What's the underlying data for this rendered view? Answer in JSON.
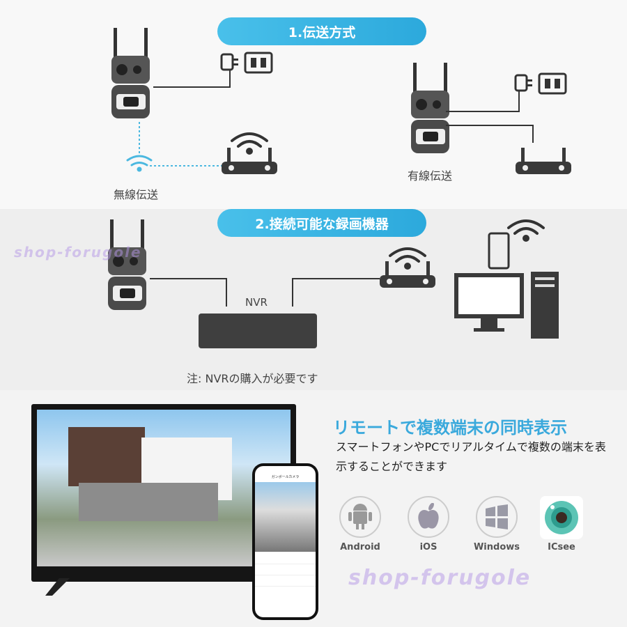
{
  "section1": {
    "title": "1.伝送方式",
    "wireless_label": "無線伝送",
    "wired_label": "有線伝送"
  },
  "section2": {
    "title": "2.接続可能な録画機器",
    "nvr_label": "NVR",
    "note": "注: NVRの購入が必要です"
  },
  "section3": {
    "title": "リモートで複数端末の同時表示",
    "description": "スマートフォンやPCでリアルタイムで複数の端末を表示することができます",
    "phone_app_title": "ガンボールカメラ",
    "platforms": [
      {
        "label": "Android",
        "icon": "android-icon"
      },
      {
        "label": "iOS",
        "icon": "apple-icon"
      },
      {
        "label": "Windows",
        "icon": "windows-icon"
      },
      {
        "label": "ICsee",
        "icon": "icsee-app-icon"
      }
    ]
  },
  "watermark": "shop-forugole",
  "colors": {
    "accent": "#3aa9dc",
    "device": "#4a4a4a"
  }
}
